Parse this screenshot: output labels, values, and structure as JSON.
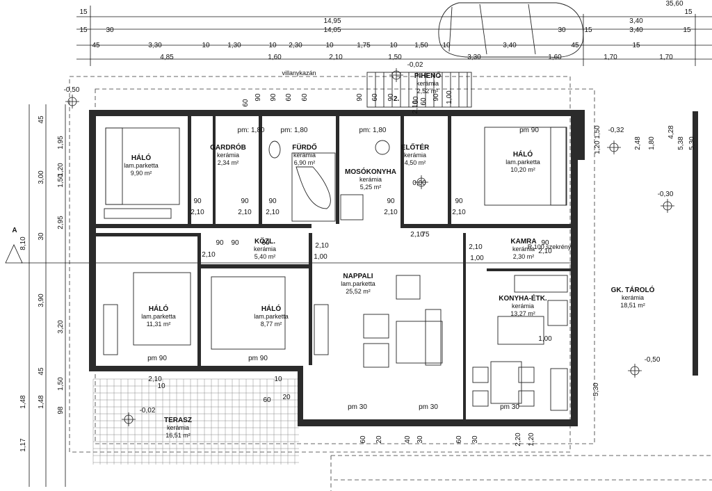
{
  "dims_top": {
    "total": "35,60",
    "row1": [
      "15",
      "14,95",
      "3,40",
      "15"
    ],
    "row2": [
      "15",
      "30",
      "14,05",
      "30",
      "15",
      "3,40",
      "15"
    ],
    "row3": [
      "45",
      "3,30",
      "10",
      "1,30",
      "10",
      "2,30",
      "10",
      "1,75",
      "10",
      "1,50",
      "10",
      "3,40",
      "45",
      "15"
    ],
    "row4": [
      "4,85",
      "1,60",
      "2,10",
      "1,50",
      "3,30",
      "1,60",
      "1,70",
      "1,70"
    ]
  },
  "dims_left": [
    "45",
    "1,95",
    "3,00",
    "1,20",
    "1,50",
    "2,95",
    "30",
    "8,10",
    "3,90",
    "3,20",
    "45",
    "1,50",
    "1,48",
    "98",
    "1,17",
    "1,48"
  ],
  "dims_inner": [
    "90",
    "2,10",
    "90",
    "2,10",
    "90",
    "2,10",
    "90",
    "2,10",
    "90",
    "2,10",
    "90",
    "2,10",
    "60",
    "90",
    "60",
    "90",
    "90",
    "60",
    "60",
    "90",
    "60",
    "90",
    "60",
    "2,10",
    "60",
    "90",
    "1,00",
    "2,10",
    "1,00",
    "2,10",
    "75",
    "2,10",
    "1,00",
    "90",
    "2,10",
    "2,10",
    "10",
    "10",
    "20",
    "60",
    "20",
    "60",
    "30",
    "40",
    "30",
    "60",
    "1,20",
    "2,20",
    "1,50",
    "1,20",
    "1,80",
    "2,48",
    "4,28",
    "5,38",
    "5,30",
    "5,30",
    "1,00"
  ],
  "parapets": [
    "pm: 1,80",
    "pm: 1,80",
    "pm: 1,80",
    "pm 90",
    "pm 90",
    "pm 90",
    "pm 30",
    "pm 30",
    "pm 30"
  ],
  "levels": [
    "-0,50",
    "-0,02",
    "0,00",
    "-0,32",
    "-0,30",
    "-0,50",
    "-0,02"
  ],
  "section_marker": "A",
  "stair_label": "2.",
  "boiler_label": "villanykazán",
  "kamra_note": "R 100 szekrény",
  "rooms": [
    {
      "name": "HÁLÓ",
      "material": "lam.parketta",
      "area": "9,90 m²"
    },
    {
      "name": "GARDRÓB",
      "material": "kerámia",
      "area": "2,34 m²"
    },
    {
      "name": "FÜRDŐ",
      "material": "kerámia",
      "area": "6,90 m²"
    },
    {
      "name": "MOSÓKONYHA",
      "material": "kerámia",
      "area": "5,25 m²"
    },
    {
      "name": "ELŐTÉR",
      "material": "kerámia",
      "area": "4,50 m²"
    },
    {
      "name": "HÁLÓ",
      "material": "lam.parketta",
      "area": "10,20 m²"
    },
    {
      "name": "PIHENŐ",
      "material": "kerámia",
      "area": "2,52 m²"
    },
    {
      "name": "KÖZL.",
      "material": "kerámia",
      "area": "5,40 m²"
    },
    {
      "name": "NAPPALI",
      "material": "lam.parketta",
      "area": "25,52 m²"
    },
    {
      "name": "KAMRA",
      "material": "kerámia",
      "area": "2,30 m²"
    },
    {
      "name": "HÁLÓ",
      "material": "lam.parketta",
      "area": "11,31 m²"
    },
    {
      "name": "HÁLÓ",
      "material": "lam.parketta",
      "area": "8,77 m²"
    },
    {
      "name": "KONYHA-ÉTK.",
      "material": "kerámia",
      "area": "13,27 m²"
    },
    {
      "name": "GK. TÁROLÓ",
      "material": "kerámia",
      "area": "18,51 m²"
    },
    {
      "name": "TERASZ",
      "material": "kerámia",
      "area": "16,51 m²"
    }
  ]
}
